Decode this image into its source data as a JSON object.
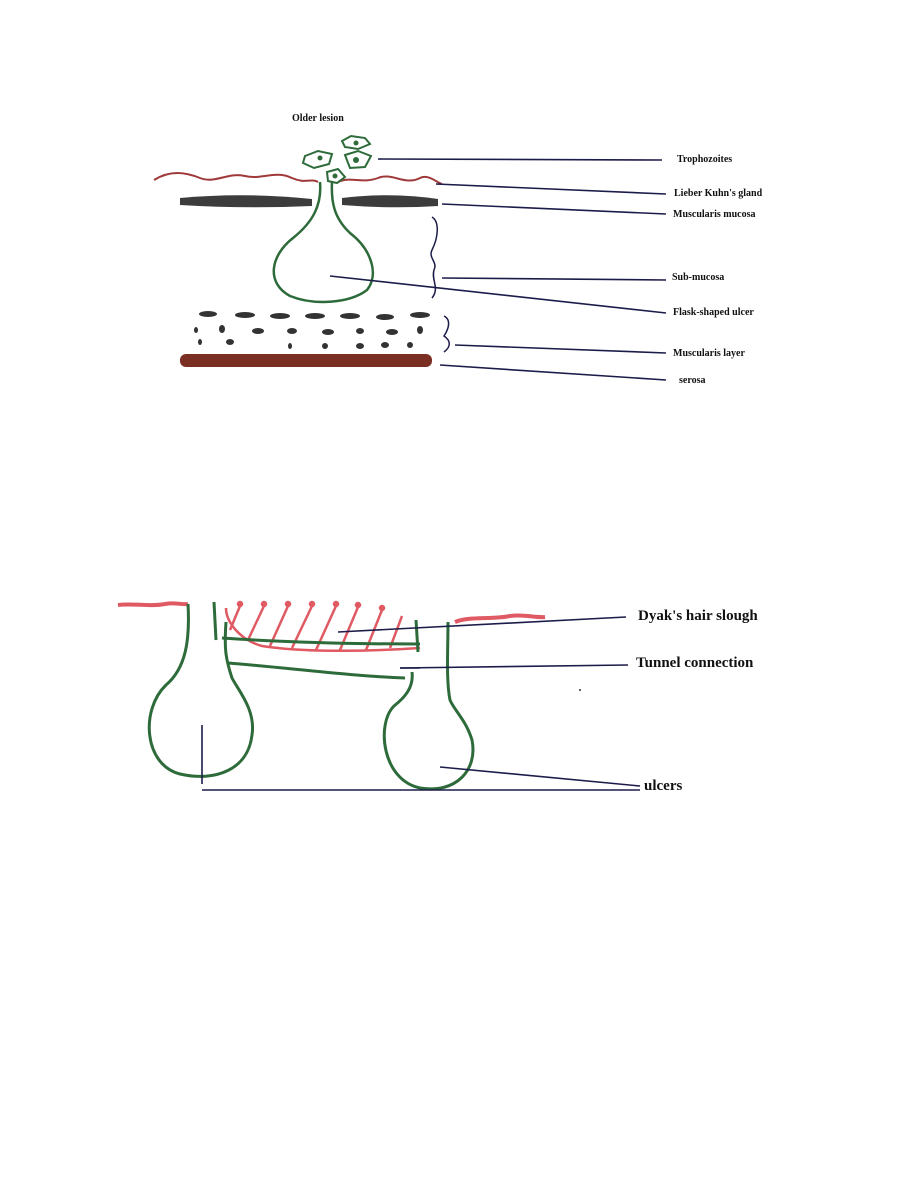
{
  "figure1": {
    "title": "Older lesion",
    "labels": {
      "trophozoites": "Trophozoites",
      "lieberkuhn": "Lieber Kuhn's gland",
      "muscularis_mucosa": "Muscularis mucosa",
      "sub_mucosa": "Sub-mucosa",
      "flask_ulcer": "Flask-shaped ulcer",
      "muscularis_layer": "Muscularis layer",
      "serosa": "serosa"
    },
    "colors": {
      "mucosa_line": "#a03a3a",
      "ulcer_outline": "#2e6b3a",
      "muscle_band": "#1a1a1a",
      "serosa_band": "#7b2e22",
      "leader_line": "#1c1c4a"
    }
  },
  "figure2": {
    "labels": {
      "slough": "Dyak's hair slough",
      "tunnel": "Tunnel connection",
      "ulcers": "ulcers"
    },
    "colors": {
      "slough": "#e05a63",
      "ulcer_outline": "#2e6b3a",
      "leader_line": "#1c1c4a"
    }
  }
}
